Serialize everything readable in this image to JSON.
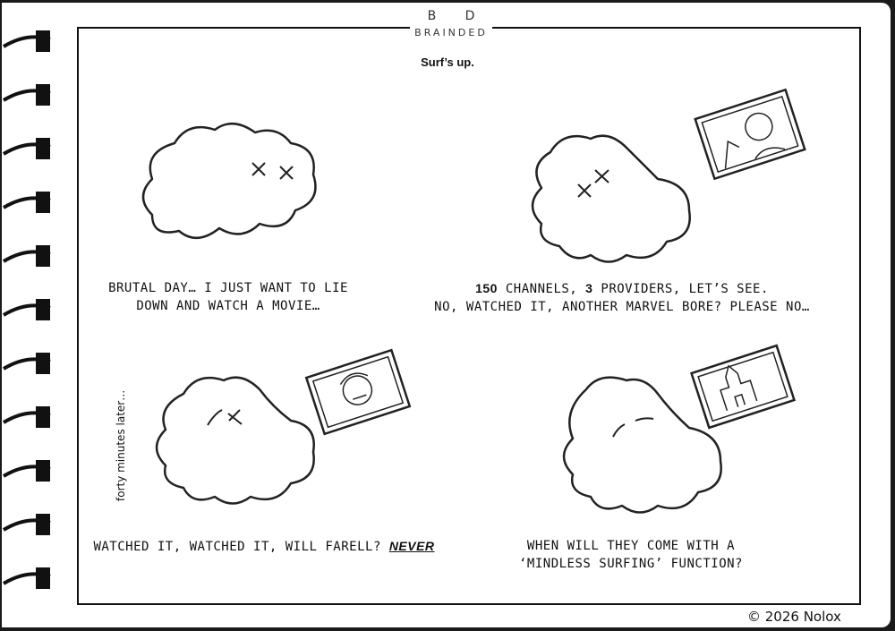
{
  "logo": {
    "letters": "B D",
    "word": "BRAINDED"
  },
  "title": "Surf’s up.",
  "panels": [
    {
      "caption_line1": "BRUTAL DAY… I JUST WANT TO LIE",
      "caption_line2": "DOWN AND WATCH A MOVIE…"
    },
    {
      "caption_num1": "150",
      "caption_part1": " CHANNELS, ",
      "caption_num2": "3",
      "caption_part2": " PROVIDERS, LET’S SEE.",
      "caption_line2": "NO, WATCHED IT, ANOTHER MARVEL BORE? PLEASE NO…"
    },
    {
      "side_note": "forty minutes later…",
      "caption_part1": "WATCHED IT, WATCHED IT, WILL FARELL? ",
      "caption_emph": "NEVER"
    },
    {
      "caption_line1": "WHEN WILL THEY COME WITH A",
      "caption_line2": "‘MINDLESS SURFING’ FUNCTION?"
    }
  ],
  "copyright": "© 2026  Nolox"
}
